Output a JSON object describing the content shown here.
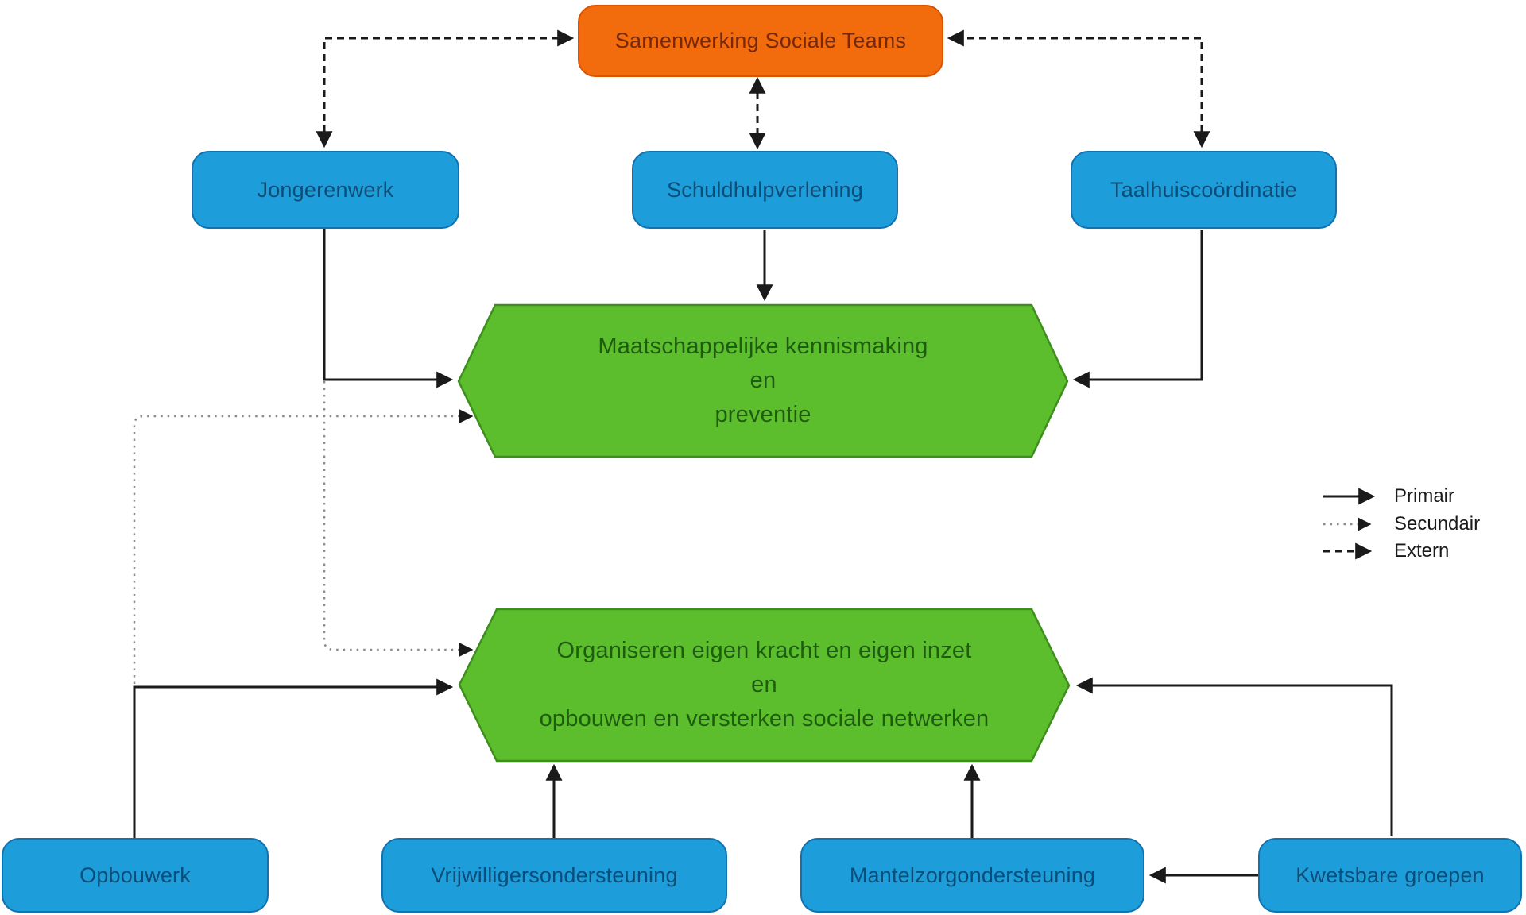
{
  "diagram_type": "flowchart",
  "language": "nl",
  "nodes": {
    "samenwerking": {
      "label": "Samenwerking Sociale Teams",
      "shape": "rounded-rect",
      "color_role": "orange-hub"
    },
    "jongerenwerk": {
      "label": "Jongerenwerk",
      "shape": "rounded-rect",
      "color_role": "blue-process"
    },
    "schuldhulpverlening": {
      "label": "Schuldhulpverlening",
      "shape": "rounded-rect",
      "color_role": "blue-process"
    },
    "taalhuiscoordinatie": {
      "label": "Taalhuiscoördinatie",
      "shape": "rounded-rect",
      "color_role": "blue-process"
    },
    "kennismaking": {
      "shape": "hexagon",
      "color_role": "green-goal",
      "lines": [
        "Maatschappelijke kennismaking",
        "en",
        "preventie"
      ]
    },
    "organiseren": {
      "shape": "hexagon",
      "color_role": "green-goal",
      "lines": [
        "Organiseren eigen kracht en eigen inzet",
        "en",
        "opbouwen en versterken sociale netwerken"
      ]
    },
    "opbouwerk": {
      "label": "Opbouwerk",
      "shape": "rounded-rect",
      "color_role": "blue-process"
    },
    "vrijwilligersondersteuning": {
      "label": "Vrijwilligersondersteuning",
      "shape": "rounded-rect",
      "color_role": "blue-process"
    },
    "mantelzorgondersteuning": {
      "label": "Mantelzorgondersteuning",
      "shape": "rounded-rect",
      "color_role": "blue-process"
    },
    "kwetsbare_groepen": {
      "label": "Kwetsbare groepen",
      "shape": "rounded-rect",
      "color_role": "blue-process"
    }
  },
  "edges": [
    {
      "from": "jongerenwerk",
      "to": "samenwerking",
      "type": "extern",
      "bidirectional": true
    },
    {
      "from": "schuldhulpverlening",
      "to": "samenwerking",
      "type": "extern",
      "bidirectional": true
    },
    {
      "from": "taalhuiscoordinatie",
      "to": "samenwerking",
      "type": "extern",
      "bidirectional": true
    },
    {
      "from": "jongerenwerk",
      "to": "kennismaking",
      "type": "primair"
    },
    {
      "from": "schuldhulpverlening",
      "to": "kennismaking",
      "type": "primair"
    },
    {
      "from": "taalhuiscoordinatie",
      "to": "kennismaking",
      "type": "primair"
    },
    {
      "from": "opbouwerk",
      "to": "kennismaking",
      "type": "secundair"
    },
    {
      "from": "jongerenwerk",
      "to": "organiseren",
      "type": "secundair"
    },
    {
      "from": "opbouwerk",
      "to": "organiseren",
      "type": "primair"
    },
    {
      "from": "vrijwilligersondersteuning",
      "to": "organiseren",
      "type": "primair"
    },
    {
      "from": "mantelzorgondersteuning",
      "to": "organiseren",
      "type": "primair"
    },
    {
      "from": "kwetsbare_groepen",
      "to": "organiseren",
      "type": "primair"
    },
    {
      "from": "kwetsbare_groepen",
      "to": "mantelzorgondersteuning",
      "type": "primair"
    }
  ],
  "legend": {
    "items": [
      {
        "label": "Primair",
        "line_style": "solid"
      },
      {
        "label": "Secundair",
        "line_style": "dotted"
      },
      {
        "label": "Extern",
        "line_style": "dashed"
      }
    ]
  },
  "colors": {
    "background": "#ffffff",
    "process_fill": "#1d9dd9",
    "process_border": "#1172ae",
    "process_text": "#0b4d79",
    "hub_fill": "#f26b0d",
    "hub_border": "#d85400",
    "hub_text": "#77280a",
    "goal_fill": "#5cbe2d",
    "goal_border": "#3e8e1e",
    "goal_text": "#1e5c10",
    "arrow_primair": "#1a1a1a",
    "arrow_secundair": "#8a8a8a",
    "arrow_extern": "#1a1a1a"
  }
}
